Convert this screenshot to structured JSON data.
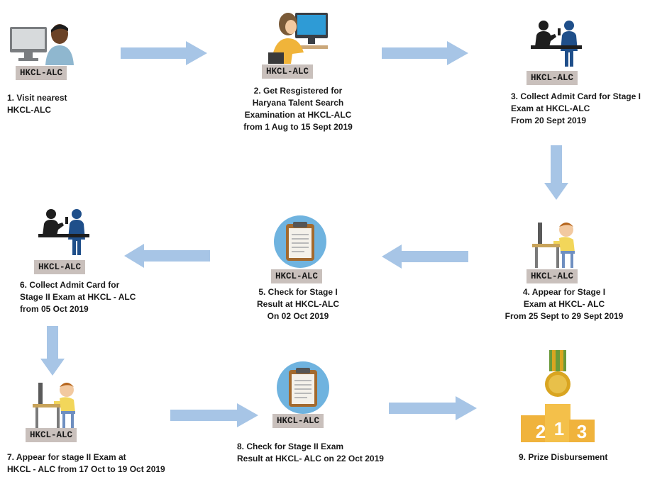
{
  "badge_label": "HKCL-ALC",
  "steps": [
    {
      "caption": "1. Visit nearest\n     HKCL-ALC",
      "icon": "person-at-computer-icon"
    },
    {
      "caption": "2. Get Resgistered for\nHaryana Talent Search\nExamination at HKCL-ALC\nfrom 1 Aug to 15 Sept 2019",
      "icon": "student-at-computer-icon"
    },
    {
      "caption": "3. Collect Admit Card for Stage I\nExam at HKCL-ALC\nFrom 20 Sept 2019",
      "icon": "counter-service-icon"
    },
    {
      "caption": "4. Appear for Stage I\nExam at HKCL- ALC\nFrom 25 Sept to 29 Sept 2019",
      "icon": "child-at-computer-icon"
    },
    {
      "caption": "5. Check for Stage I\nResult at HKCL-ALC\nOn 02 Oct 2019",
      "icon": "clipboard-icon"
    },
    {
      "caption": "6. Collect Admit Card for\nStage II Exam at HKCL - ALC\nfrom 05 Oct 2019",
      "icon": "counter-service-icon"
    },
    {
      "caption": "7. Appear for stage II Exam at\nHKCL - ALC from 17 Oct to 19 Oct 2019",
      "icon": "child-at-computer-icon"
    },
    {
      "caption": "8. Check for Stage II Exam\nResult at HKCL- ALC on    22 Oct 2019",
      "icon": "clipboard-icon"
    },
    {
      "caption": "9. Prize Disbursement",
      "icon": "medal-podium-icon"
    }
  ],
  "podium_numbers": [
    "2",
    "1",
    "3"
  ],
  "colors": {
    "arrow": "#a7c5e6",
    "badge": "#c9c0bc",
    "clipboard_circle": "#6fb3df",
    "podium": "#f0b33c",
    "medal": "#d9a521"
  }
}
